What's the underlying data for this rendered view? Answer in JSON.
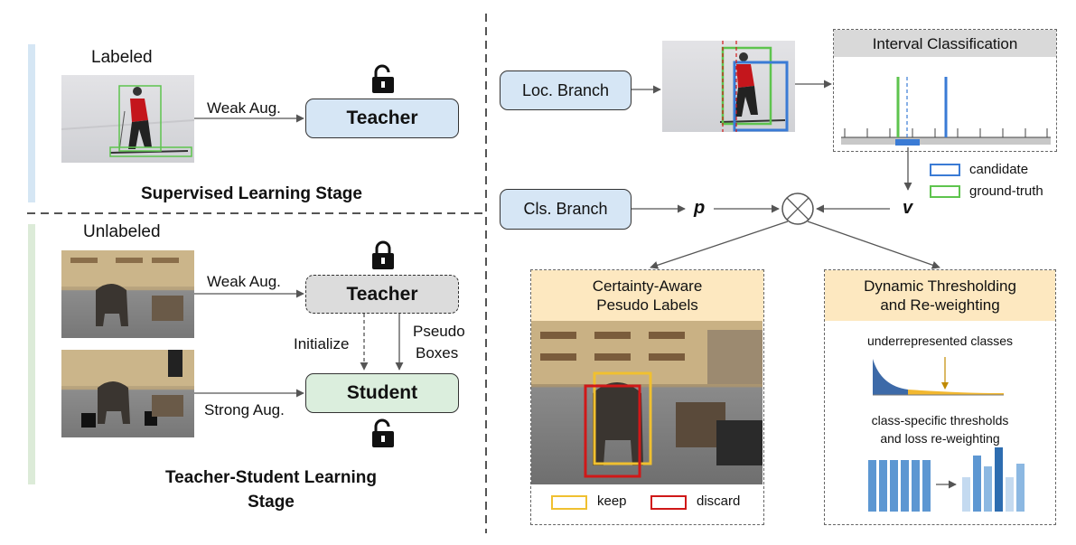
{
  "supervised": {
    "image_label": "Labeled",
    "aug_label": "Weak Aug.",
    "teacher_label": "Teacher",
    "stage_title": "Supervised Learning Stage"
  },
  "teacher_student": {
    "image_label": "Unlabeled",
    "weak_aug_label": "Weak Aug.",
    "strong_aug_label": "Strong Aug.",
    "teacher_label": "Teacher",
    "student_label": "Student",
    "initialize_label": "Initialize",
    "pseudo_line1": "Pseudo",
    "pseudo_line2": "Boxes",
    "stage_title_line1": "Teacher-Student Learning",
    "stage_title_line2": "Stage"
  },
  "loc_branch": {
    "label": "Loc. Branch"
  },
  "cls_branch": {
    "label": "Cls. Branch",
    "p_label": "p",
    "v_label": "v"
  },
  "interval": {
    "title": "Interval Classification",
    "legend": [
      {
        "label": "candidate",
        "color": "#3a7bd5"
      },
      {
        "label": "ground-truth",
        "color": "#5ec44e"
      }
    ]
  },
  "certainty": {
    "title_line1": "Certainty-Aware",
    "title_line2": "Pesudo Labels",
    "legend": [
      {
        "label": "keep",
        "color": "#f0c030"
      },
      {
        "label": "discard",
        "color": "#d01818"
      }
    ]
  },
  "dynamic": {
    "title_line1": "Dynamic Thresholding",
    "title_line2": "and Re-weighting",
    "underrep_label": "underrepresented classes",
    "thresh_line1": "class-specific thresholds",
    "thresh_line2": "and loss re-weighting"
  },
  "colors": {
    "teacher_blue": "#d6e6f5",
    "teacher_gray": "#dcdcdc",
    "student_green": "#dbeedd",
    "panel_header_gray": "#d9d9d9",
    "panel_header_yellow": "#fde8c0",
    "accent_blue": "#3a7bd5",
    "accent_green": "#5ec44e"
  },
  "icons": [
    "lock-icon",
    "unlock-icon",
    "multiply-circle-icon"
  ]
}
